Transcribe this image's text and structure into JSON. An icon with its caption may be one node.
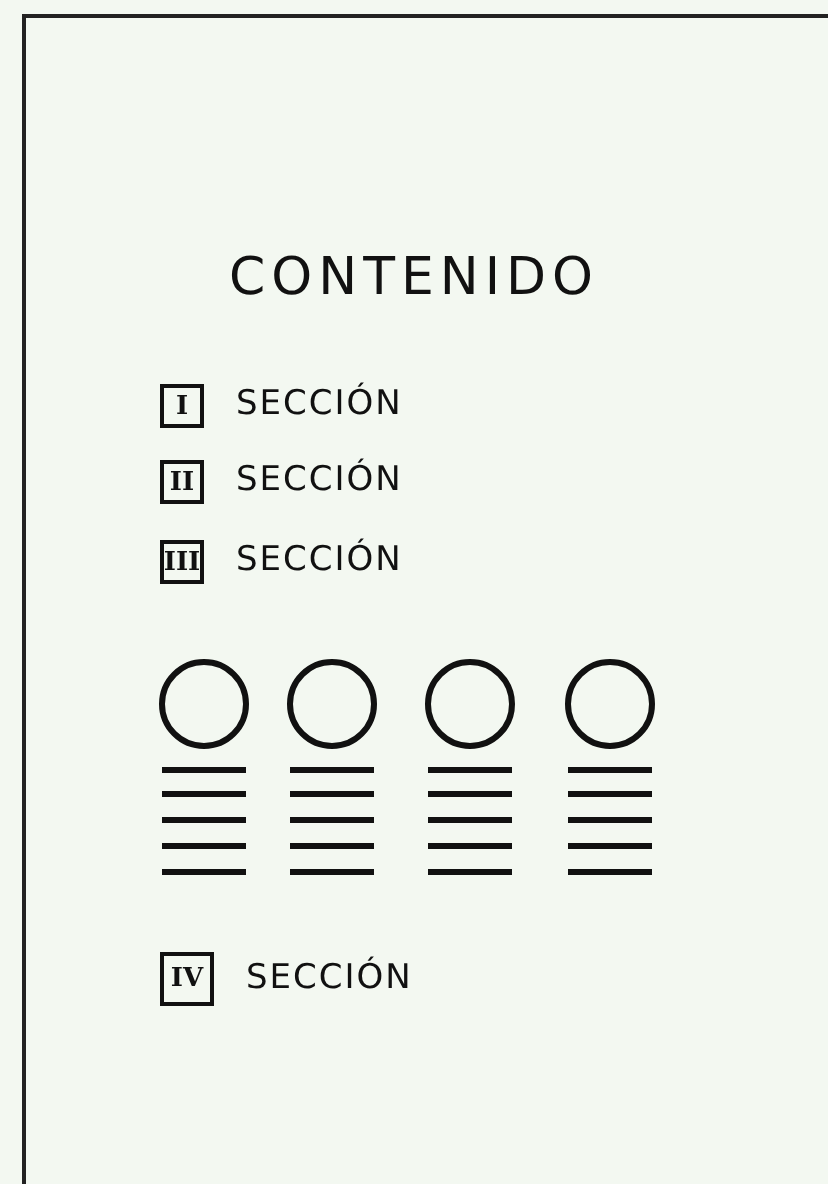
{
  "diagram": {
    "title": "CONTENIDO",
    "nodes": [
      {
        "text": [
          "I"
        ],
        "beside": [
          "SECCIÓN"
        ]
      },
      {
        "text": [
          "II"
        ],
        "beside": [
          "SECCIÓN"
        ]
      },
      {
        "text": [
          "III"
        ],
        "beside": [
          "SECCIÓN"
        ]
      },
      {
        "text": [
          "IV"
        ],
        "beside": [
          "SECCIÓN"
        ]
      }
    ]
  }
}
